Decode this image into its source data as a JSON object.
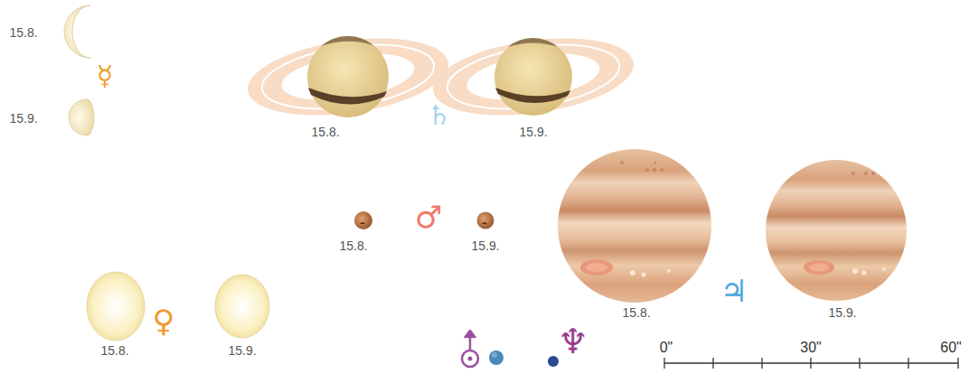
{
  "diagram": {
    "labels": [
      "15.8.",
      "☿",
      "15.9.",
      "15.8.",
      "♄",
      "15.9.",
      "15.8.",
      "♂",
      "15.9.",
      "15.8.",
      "♃",
      "15.9.",
      "15.8.",
      "♀",
      "15.9.",
      "♆",
      "0\"",
      "30\"",
      "60\""
    ]
  }
}
